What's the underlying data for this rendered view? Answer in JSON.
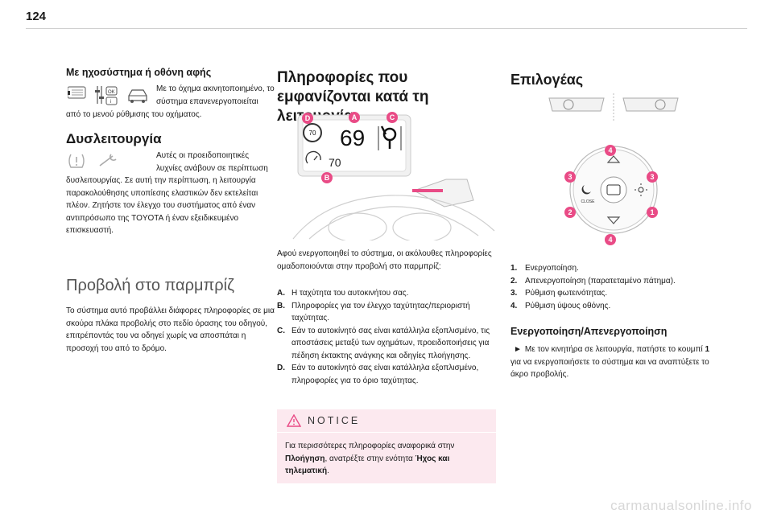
{
  "page_number": "124",
  "footer": "carmanualsonline.info",
  "col1": {
    "heading1": "Με ηχοσύστημα ή οθόνη αφής",
    "para1_right": "Με το όχημα ακινητοποιημένο, το σύστημα επανενεργοποιείται",
    "para1_bottom": "από το μενού ρύθμισης του οχήματος.",
    "heading2": "Δυσλειτουργία",
    "para2_right": "Αυτές οι προειδοποιητικές λυχνίες ανάβουν σε περίπτωση",
    "para2_bottom": "δυσλειτουργίας. Σε αυτή την περίπτωση, η λειτουργία παρακολούθησης υποπίεσης ελαστικών δεν εκτελείται πλέον. Ζητήστε τον έλεγχο του συστήματος από έναν αντιπρόσωπο της TOYOTA ή έναν εξειδικευμένο επισκευαστή.",
    "heading3": "Προβολή στο παρμπρίζ",
    "para3": "Το σύστημα αυτό προβάλλει διάφορες πληροφορίες σε μια σκούρα πλάκα προβολής στο πεδίο όρασης του οδηγού, επιτρέποντάς του να οδηγεί χωρίς να αποσπάται η προσοχή του από το δρόμο."
  },
  "col2": {
    "heading": "Πληροφορίες που εμφανίζονται κατά τη λειτουργία",
    "hud": {
      "sign_speed": "70",
      "speed": "69",
      "set_speed": "70",
      "labels": [
        "A",
        "B",
        "C",
        "D"
      ]
    },
    "intro": "Αφού ενεργοποιηθεί το σύστημα, οι ακόλουθες πληροφορίες ομαδοποιούνται στην προβολή στο παρμπρίζ:",
    "items": [
      {
        "key": "A.",
        "text": "Η ταχύτητα του αυτοκινήτου σας."
      },
      {
        "key": "B.",
        "text": "Πληροφορίες για τον έλεγχο ταχύτητας/περιοριστή ταχύτητας."
      },
      {
        "key": "C.",
        "text": "Εάν το αυτοκίνητό σας είναι κατάλληλα εξοπλισμένο, τις αποστάσεις μεταξύ των οχημάτων, προειδοποιήσεις για πέδηση έκτακτης ανάγκης και οδηγίες πλοήγησης."
      },
      {
        "key": "D.",
        "text": "Εάν το αυτοκίνητό σας είναι κατάλληλα εξοπλισμένο, πληροφορίες για το όριο ταχύτητας."
      }
    ],
    "notice_title": "NOTICE",
    "notice_text_1": "Για περισσότερες πληροφορίες αναφορικά στην ",
    "notice_bold_1": "Πλοήγηση",
    "notice_text_2": ", ανατρέξτε στην ενότητα ",
    "notice_bold_2": "Ήχος και τηλεματική",
    "notice_text_3": "."
  },
  "col3": {
    "heading": "Επιλογέας",
    "callouts": [
      "1",
      "2",
      "3",
      "3",
      "4",
      "4"
    ],
    "close_label": "CLOSE",
    "items": [
      {
        "key": "1.",
        "text": "Ενεργοποίηση."
      },
      {
        "key": "2.",
        "text": "Απενεργοποίηση (παρατεταμένο πάτημα)."
      },
      {
        "key": "3.",
        "text": "Ρύθμιση φωτεινότητας."
      },
      {
        "key": "4.",
        "text": "Ρύθμιση ύψους οθόνης."
      }
    ],
    "subheading": "Ενεργοποίηση/Απενεργοποίηση",
    "instruction_pre": "Με τον κινητήρα σε λειτουργία, πατήστε το κουμπί ",
    "instruction_bold": "1",
    "instruction_post": " για να ενεργοποιήσετε το σύστημα και να αναπτύξετε το άκρο προβολής."
  }
}
